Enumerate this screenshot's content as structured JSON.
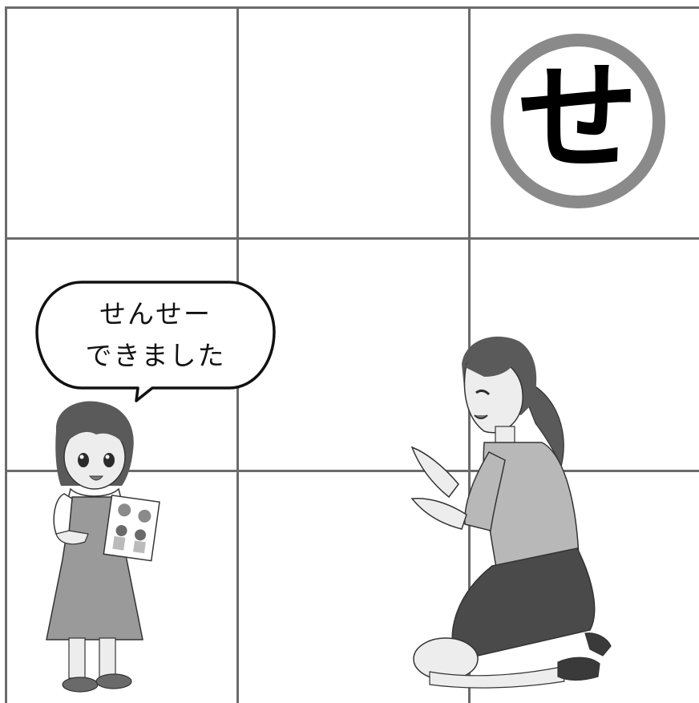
{
  "kana_badge": {
    "character": "せ",
    "ring_color": "#8a8a8a"
  },
  "speech_bubble": {
    "line1": "せんせー",
    "line2": "できました"
  },
  "colors": {
    "grid": "#6b6b6b",
    "background": "#ffffff",
    "skin": "#ededed",
    "hair": "#5a5a5a",
    "dress": "#9a9a9a",
    "skirt": "#4a4a4a"
  }
}
